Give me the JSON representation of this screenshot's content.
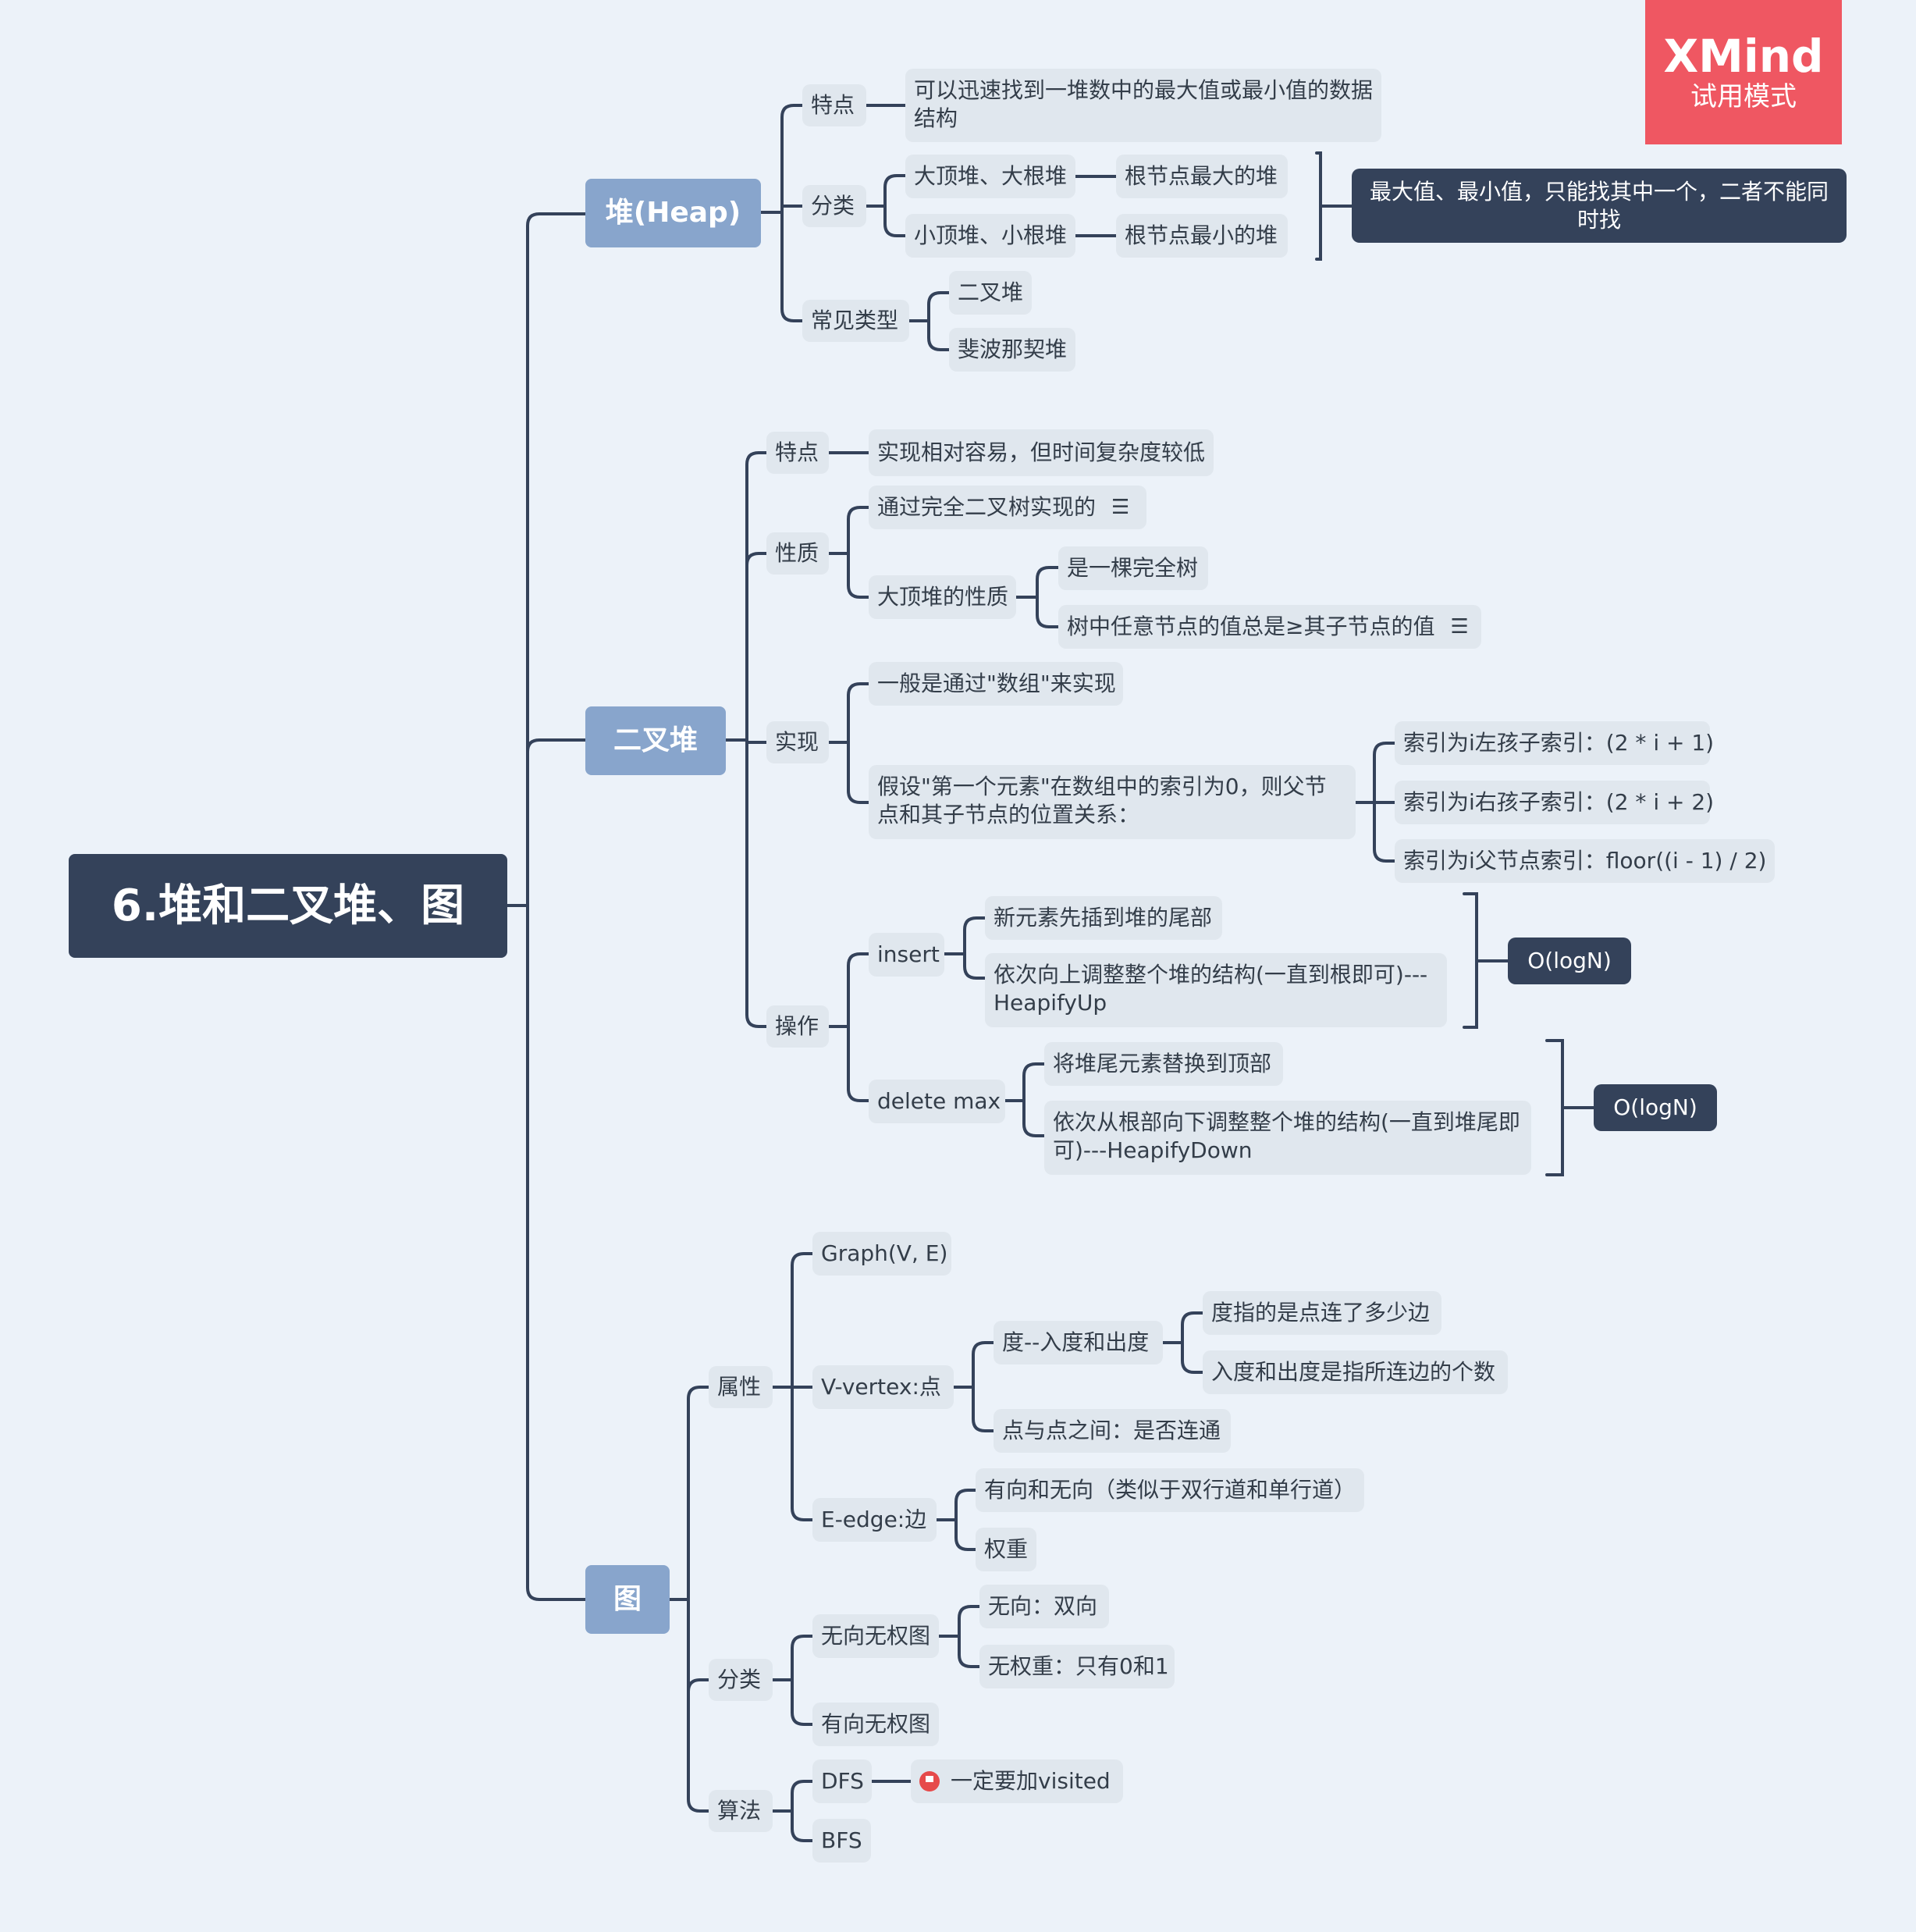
{
  "watermark": {
    "brand": "XMind",
    "subtitle": "试用模式"
  },
  "root": "6.堆和二叉堆、图",
  "heap": {
    "title": "堆(Heap)",
    "feature_label": "特点",
    "feature_text": "可以迅速找到一堆数中的最大值或最小值的数据结构",
    "category_label": "分类",
    "big_heap": "大顶堆、大根堆",
    "big_heap_desc": "根节点最大的堆",
    "small_heap": "小顶堆、小根堆",
    "small_heap_desc": "根节点最小的堆",
    "category_summary": "最大值、最小值，只能找其中一个，二者不能同时找",
    "common_label": "常见类型",
    "common_items": [
      "二叉堆",
      "斐波那契堆"
    ]
  },
  "binary_heap": {
    "title": "二叉堆",
    "feature_label": "特点",
    "feature_text": "实现相对容易，但时间复杂度较低",
    "property_label": "性质",
    "property_complete": "通过完全二叉树实现的",
    "property_big": "大顶堆的性质",
    "property_big_items": [
      "是一棵完全树",
      "树中任意节点的值总是≥其子节点的值"
    ],
    "impl_label": "实现",
    "impl_array": "一般是通过\"数组\"来实现",
    "impl_assume": "假设\"第一个元素\"在数组中的索引为0，则父节点和其子节点的位置关系：",
    "impl_index_items": [
      "索引为i左孩子索引：(2 * i + 1)",
      "索引为i右孩子索引：(2 * i + 2)",
      "索引为i父节点索引：floor((i - 1) / 2)"
    ],
    "ops_label": "操作",
    "insert_label": "insert",
    "insert_steps": [
      "新元素先插到堆的尾部",
      "依次向上调整整个堆的结构(一直到根即可)---HeapifyUp"
    ],
    "insert_complexity": "O(logN)",
    "delete_label": "delete max",
    "delete_steps": [
      "将堆尾元素替换到顶部",
      "依次从根部向下调整整个堆的结构(一直到堆尾即可)---HeapifyDown"
    ],
    "delete_complexity": "O(logN)"
  },
  "graph": {
    "title": "图",
    "attr_label": "属性",
    "graph_def": "Graph(V, E)",
    "vertex": "V-vertex:点",
    "degree": "度--入度和出度",
    "degree_items": [
      "度指的是点连了多少边",
      "入度和出度是指所连边的个数"
    ],
    "connected": "点与点之间：是否连通",
    "edge": "E-edge:边",
    "edge_items": [
      "有向和无向（类似于双行道和单行道）",
      "权重"
    ],
    "class_label": "分类",
    "undirected_unweighted": "无向无权图",
    "uu_items": [
      "无向：双向",
      "无权重：只有0和1"
    ],
    "directed_unweighted": "有向无权图",
    "algo_label": "算法",
    "dfs": "DFS",
    "dfs_note": "一定要加visited",
    "bfs": "BFS"
  },
  "icons": {
    "note": "note-icon",
    "flag": "flag-icon"
  },
  "colors": {
    "background": "#ecf2f9",
    "root": "#34425a",
    "main": "#88a5cc",
    "node": "#e0e7ee",
    "line": "#34425a",
    "watermark": "#ef5762"
  }
}
